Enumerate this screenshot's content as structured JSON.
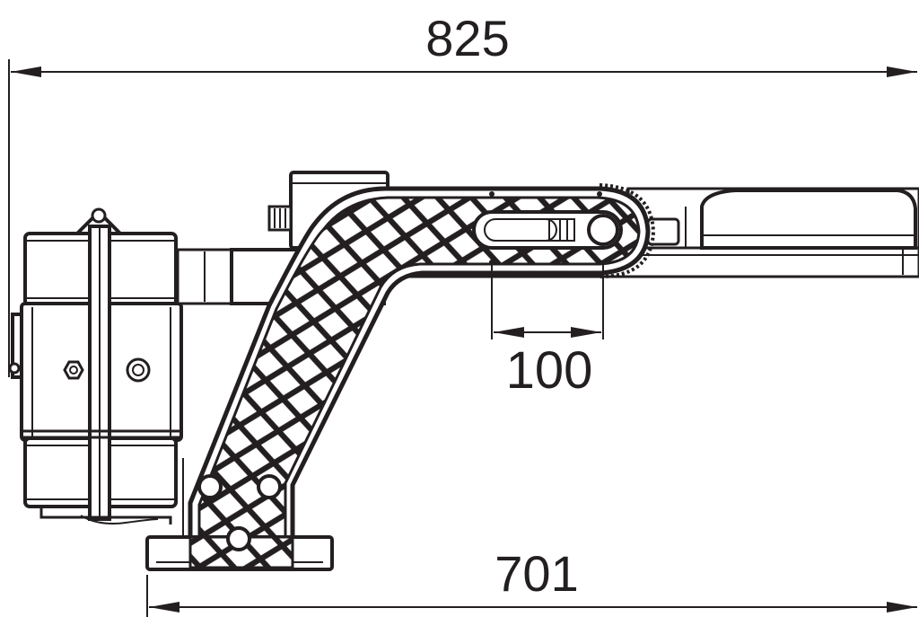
{
  "dimensions": {
    "overall_width": "825",
    "slide_travel": "100",
    "base_to_end": "701"
  },
  "colors": {
    "ink": "#231f20",
    "paper": "#ffffff"
  }
}
